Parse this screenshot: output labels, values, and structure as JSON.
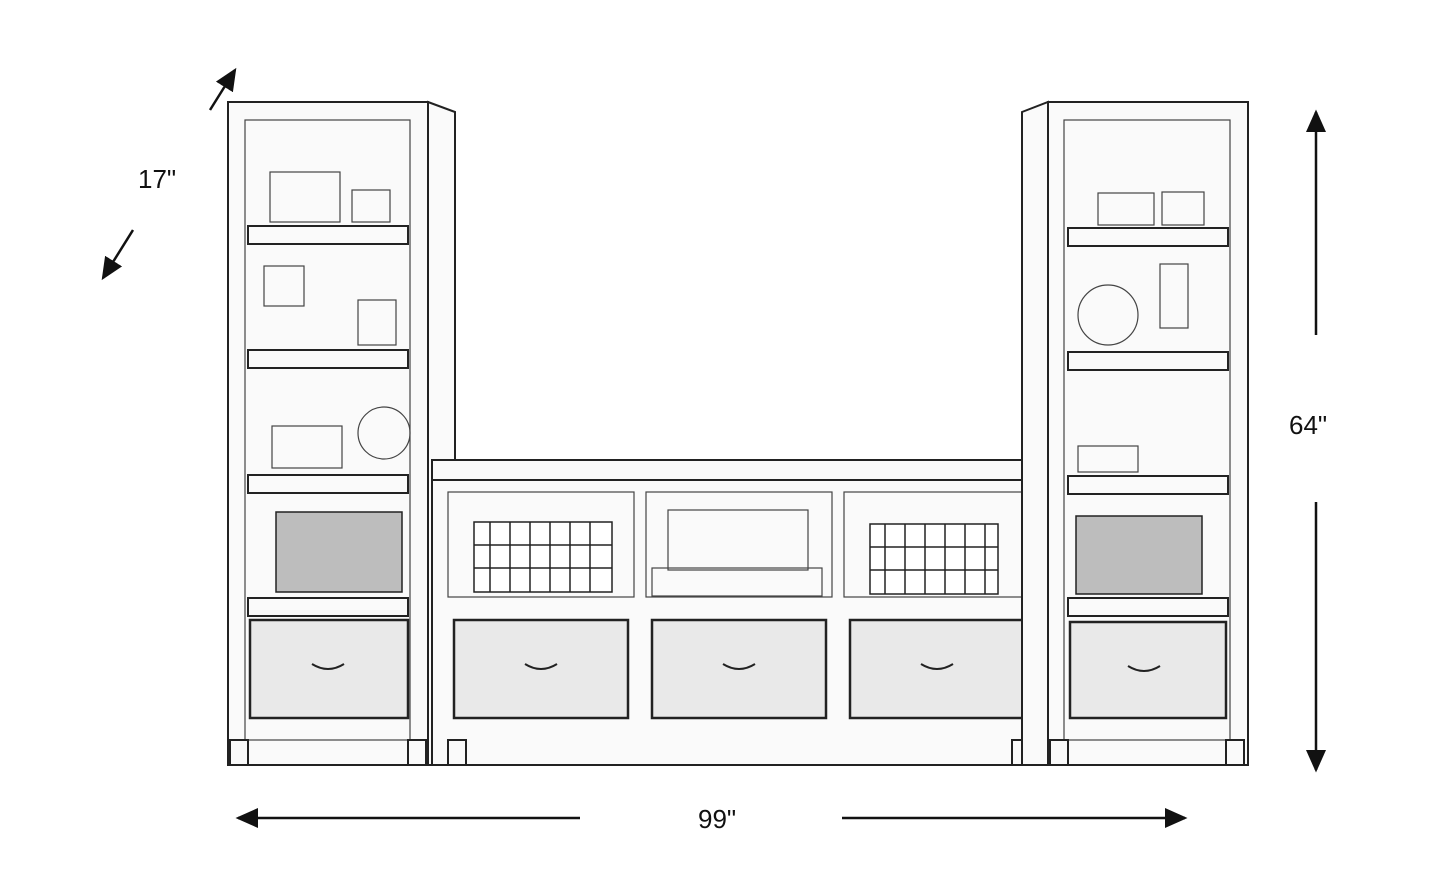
{
  "dimensions": {
    "depth": "17\"",
    "height": "64\"",
    "width": "99\""
  },
  "colors": {
    "line": "#222222",
    "background": "#ffffff"
  }
}
